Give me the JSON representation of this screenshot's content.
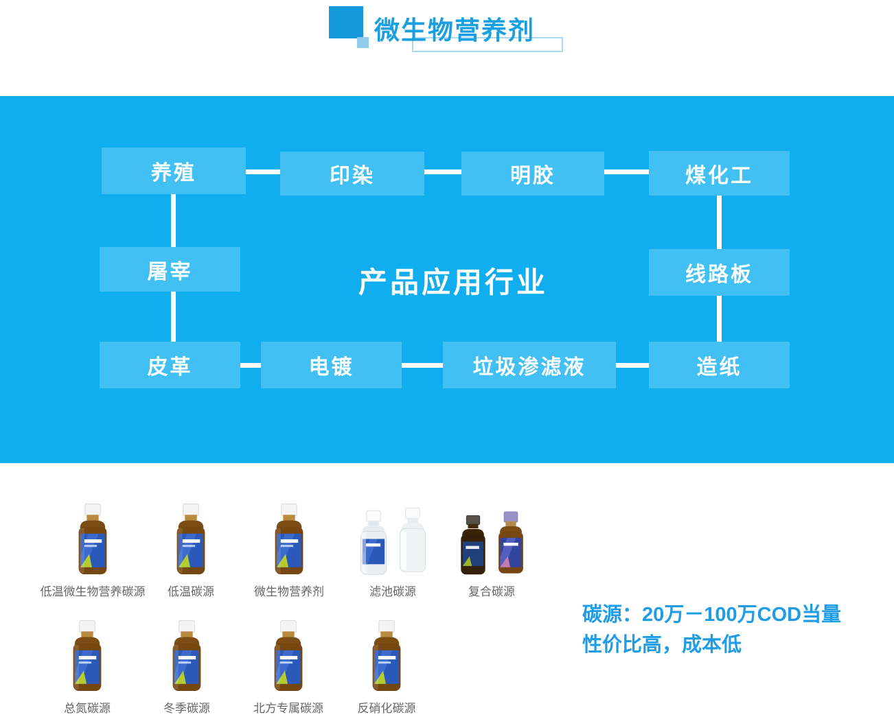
{
  "header": {
    "title": "微生物营养剂"
  },
  "diagram": {
    "center_title": "产品应用行业",
    "nodes": [
      {
        "id": "breeding",
        "label": "养殖"
      },
      {
        "id": "printing-dyeing",
        "label": "印染"
      },
      {
        "id": "gelatin",
        "label": "明胶"
      },
      {
        "id": "coal-chemical",
        "label": "煤化工"
      },
      {
        "id": "slaughter",
        "label": "屠宰"
      },
      {
        "id": "circuit-board",
        "label": "线路板"
      },
      {
        "id": "leather",
        "label": "皮革"
      },
      {
        "id": "electroplating",
        "label": "电镀"
      },
      {
        "id": "landfill-leachate",
        "label": "垃圾渗滤液"
      },
      {
        "id": "papermaking",
        "label": "造纸"
      }
    ]
  },
  "products": {
    "row1": [
      {
        "label": "低温微生物营养碳源"
      },
      {
        "label": "低温碳源"
      },
      {
        "label": "微生物营养剂"
      },
      {
        "label": "滤池碳源"
      },
      {
        "label": "复合碳源"
      }
    ],
    "row2": [
      {
        "label": "总氮碳源"
      },
      {
        "label": "冬季碳源"
      },
      {
        "label": "北方专属碳源"
      },
      {
        "label": "反硝化碳源"
      }
    ],
    "note": {
      "line1": "碳源：20万－100万COD当量",
      "line2": "性价比高，成本低"
    }
  },
  "colors": {
    "banner": "#10aeee",
    "node": "#42c0f3",
    "accent": "#1a9fe0",
    "note_text": "#1e9ce5"
  }
}
